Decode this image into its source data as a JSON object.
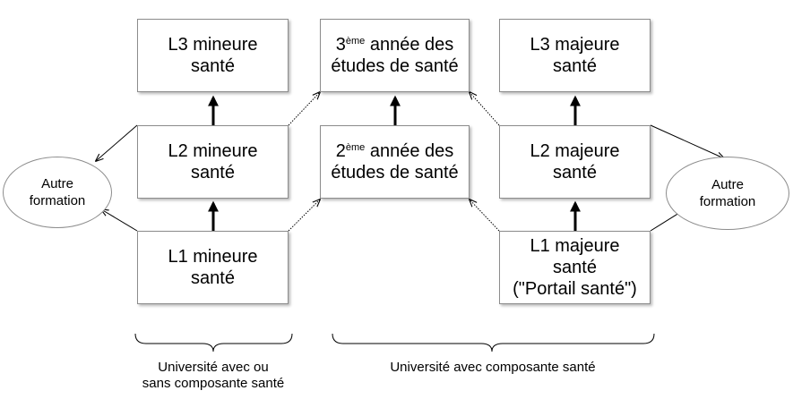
{
  "boxes": {
    "l3_mineure": {
      "line1": "L3 mineure",
      "line2": "santé"
    },
    "l2_mineure": {
      "line1": "L2 mineure",
      "line2": "santé"
    },
    "l1_mineure": {
      "line1": "L1 mineure",
      "line2": "santé"
    },
    "annee3": {
      "num": "3",
      "sup": "ème",
      "rest": " année des",
      "line2": "études de santé"
    },
    "annee2": {
      "num": "2",
      "sup": "ème",
      "rest": " année des",
      "line2": "études de santé"
    },
    "l3_majeure": {
      "line1": "L3 majeure",
      "line2": "santé"
    },
    "l2_majeure": {
      "line1": "L2 majeure",
      "line2": "santé"
    },
    "l1_majeure": {
      "line1": "L1 majeure",
      "line2": "santé",
      "line3": "(\"Portail santé\")"
    }
  },
  "ellipses": {
    "left": {
      "line1": "Autre",
      "line2": "formation"
    },
    "right": {
      "line1": "Autre",
      "line2": "formation"
    }
  },
  "captions": {
    "left": {
      "line1": "Université avec ou",
      "line2": "sans composante santé"
    },
    "right": "Université avec composante santé"
  }
}
